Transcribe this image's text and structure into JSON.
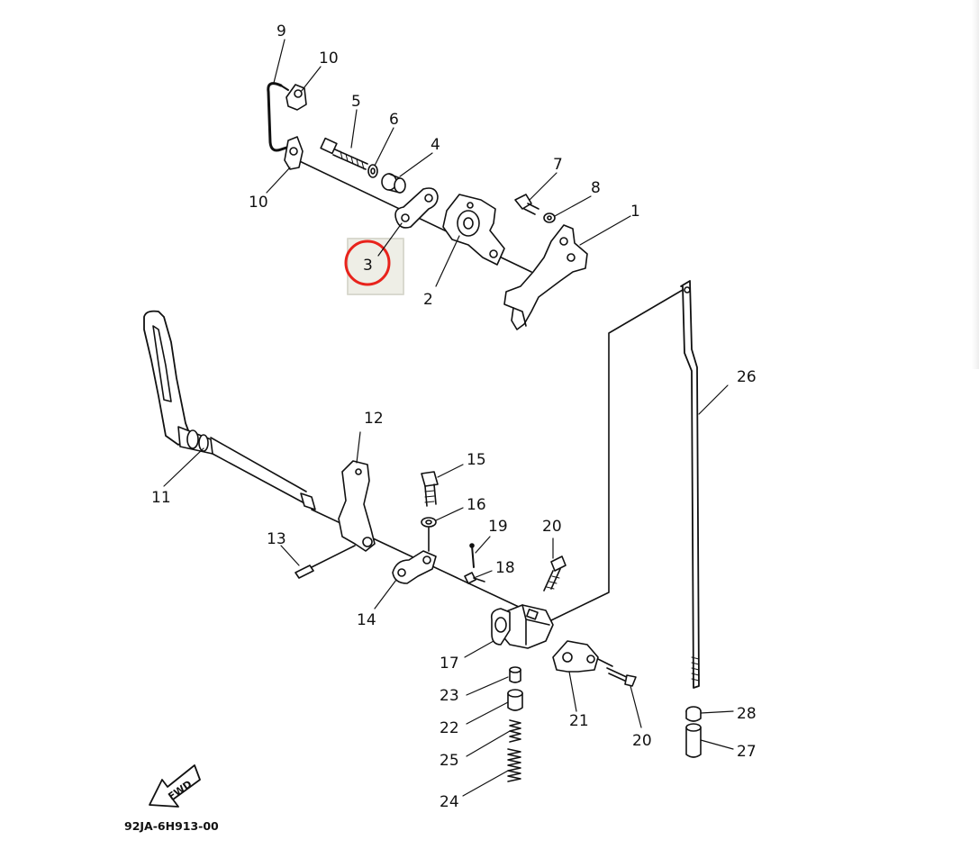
{
  "diagram": {
    "drawing_code": "92JA-6H913-00",
    "direction_marker": "FWD",
    "highlighted_callout": "3",
    "highlight_color": "#e8231c",
    "highlight_box_color": "#d9d9cf",
    "callouts": {
      "c1": "1",
      "c2": "2",
      "c3": "3",
      "c4": "4",
      "c5": "5",
      "c6": "6",
      "c7": "7",
      "c8": "8",
      "c9": "9",
      "c10a": "10",
      "c10b": "10",
      "c11": "11",
      "c12": "12",
      "c13": "13",
      "c14": "14",
      "c15": "15",
      "c16": "16",
      "c17": "17",
      "c18": "18",
      "c19": "19",
      "c20a": "20",
      "c20b": "20",
      "c21": "21",
      "c22": "22",
      "c23": "23",
      "c24": "24",
      "c25": "25",
      "c26": "26",
      "c27": "27",
      "c28": "28"
    }
  }
}
